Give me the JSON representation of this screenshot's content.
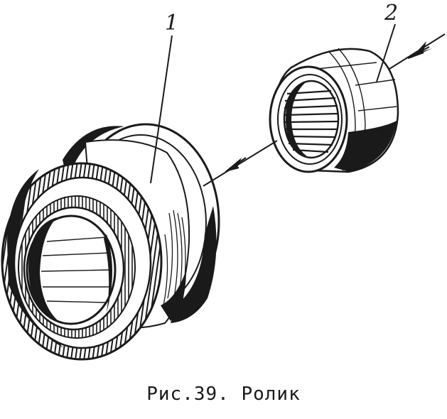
{
  "labels": {
    "part_1": "1",
    "part_2": "2"
  },
  "caption": "Рис.39. Ролик",
  "colors": {
    "ink": "#1a1a1a",
    "paper": "#ffffff"
  }
}
